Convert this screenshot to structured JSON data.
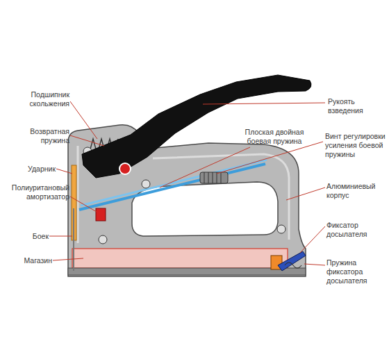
{
  "diagram": {
    "labels": [
      "Подшипник скольжения",
      "Возвратная пружина",
      "Ударник",
      "Полиуритановый амортизатор",
      "Боек",
      "Магазин",
      "Рукоять взведения",
      "Плоская двойная боевая пружина",
      "Винт регулировки усиления боевой пружины",
      "Алюминиевый корпус",
      "Фиксатор досылателя",
      "Пружина фиксатора досылателя"
    ]
  }
}
